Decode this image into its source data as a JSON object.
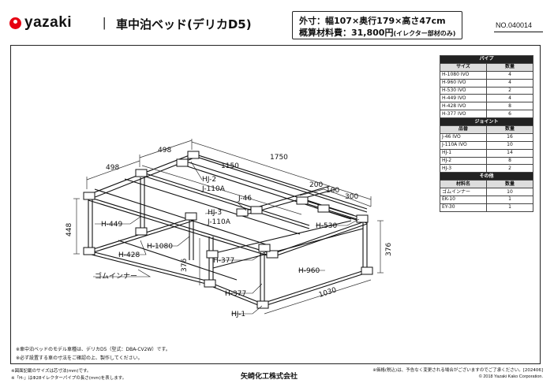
{
  "header": {
    "logo_text": "yazaki",
    "separator": "|",
    "title": "車中泊ベッド(デリカD5)",
    "spec_size": "外寸：幅107×奥行179×高さ47cm",
    "spec_price_main": "概算材料費：31,800円",
    "spec_price_note": "(イレクター部材のみ)",
    "product_no": "NO.040014"
  },
  "colors": {
    "brand_red": "#e60012",
    "frame_line": "#222222",
    "section_bg": "#222222",
    "header_bg": "#dddddd"
  },
  "dimensions": {
    "d1750": "1750",
    "d498_a": "498",
    "d498_b": "498",
    "d1150": "1150",
    "d200": "200",
    "d100": "100",
    "d300": "300",
    "d448": "448",
    "d376_left": "376",
    "d376_right": "376",
    "d1030": "1030"
  },
  "callouts": {
    "hj2": "HJ-2",
    "j110a_top": "J-110A",
    "j46": "J-46",
    "hj3": "HJ-3",
    "j110a_mid": "J-110A",
    "h449": "H-449",
    "h530": "H-530",
    "h1080": "H-1080",
    "h428": "H-428",
    "h377_mid": "H-377",
    "h960": "H-960",
    "h377_low": "H-377",
    "hj1": "HJ-1",
    "rubber": "ゴムインナー"
  },
  "parts_table": {
    "pipe_title": "パイプ",
    "pipe_header": [
      "サイズ",
      "数量"
    ],
    "pipes": [
      [
        "H-1080 IVO",
        "4"
      ],
      [
        "H-960 IVO",
        "4"
      ],
      [
        "H-530 IVO",
        "2"
      ],
      [
        "H-449 IVO",
        "4"
      ],
      [
        "H-428 IVO",
        "8"
      ],
      [
        "H-377 IVO",
        "6"
      ]
    ],
    "joint_title": "ジョイント",
    "joint_header": [
      "品番",
      "数量"
    ],
    "joints": [
      [
        "J-46 IVO",
        "16"
      ],
      [
        "J-110A IVO",
        "10"
      ],
      [
        "HJ-1",
        "14"
      ],
      [
        "HJ-2",
        "8"
      ],
      [
        "HJ-3",
        "2"
      ]
    ],
    "other_title": "その他",
    "other_header": [
      "材料名",
      "数量"
    ],
    "others": [
      [
        "ゴムインナー",
        "10"
      ],
      [
        "EK-10",
        "1"
      ],
      [
        "EY-30",
        "1"
      ]
    ]
  },
  "footnotes": {
    "note1": "※車中泊ベッドのモデル車種は、デリカD5（型式：DBA-CV2W）です。",
    "note2": "※必ず設置する車の寸法をご確認の上、製作してください。",
    "bottom_left_1": "※図面記載のサイズは芯寸法(mm)です。",
    "bottom_left_2": "※「H-」はΦ28イレクターパイプの長さ(mm)を表します。",
    "company": "矢崎化工株式会社",
    "bottom_right_1": "※価格(税込)は、予告なく変更される場合がございますのでご了承ください。[202406]",
    "bottom_right_2": "© 2018 Yazaki Kako Corporation."
  }
}
